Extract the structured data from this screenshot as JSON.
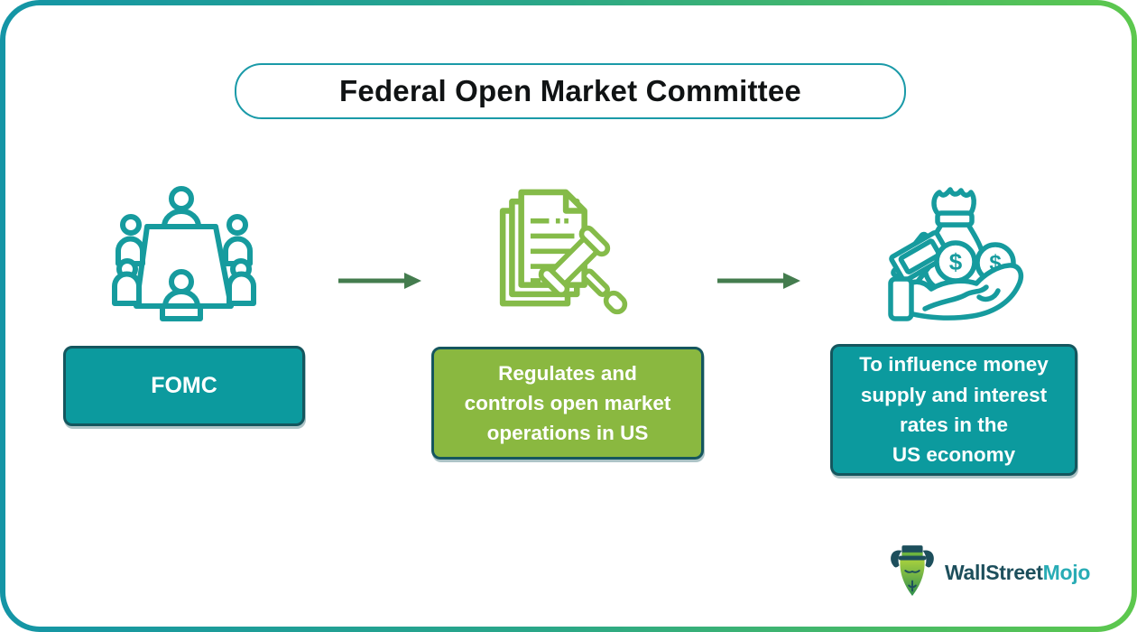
{
  "header": {
    "title": "Federal Open Market Committee"
  },
  "flow": {
    "nodes": [
      {
        "icon": "committee-meeting-icon",
        "label_lines": [
          "FOMC"
        ],
        "style": "teal"
      },
      {
        "icon": "documents-gavel-icon",
        "label_lines": [
          "Regulates and",
          "controls open market",
          "operations in US"
        ],
        "style": "green"
      },
      {
        "icon": "money-hand-icon",
        "label_lines": [
          "To influence money",
          "supply and interest",
          "rates in the",
          "US economy"
        ],
        "style": "teal"
      }
    ]
  },
  "branding": {
    "mascot": "bull-mascot-icon",
    "name_primary": "WallStreet",
    "name_secondary": "Mojo"
  },
  "colors": {
    "teal_box": "#0c9a9e",
    "green_box": "#8ab840",
    "box_border": "#15565e",
    "icon_teal": "#169b9e",
    "icon_green": "#85bb49",
    "arrow_green": "#447c4e",
    "title_border": "#1a9aa8",
    "frame_gradient_start": "#1495a6",
    "frame_gradient_end": "#5dc84d",
    "logo_primary": "#1d4f5c",
    "logo_secondary": "#29acb5"
  }
}
